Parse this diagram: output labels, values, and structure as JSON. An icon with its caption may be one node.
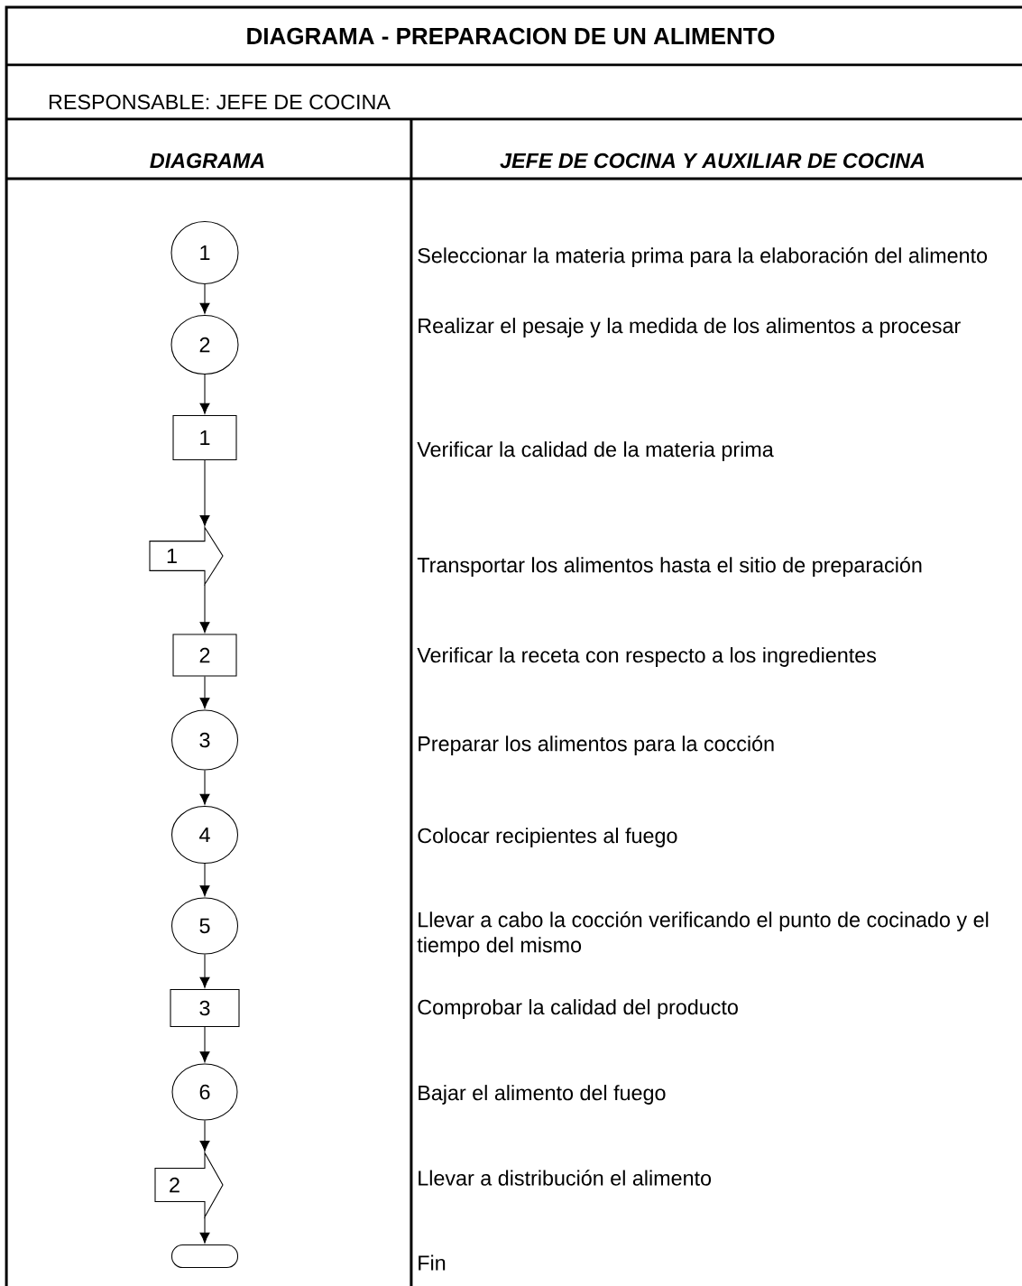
{
  "diagram": {
    "title": "DIAGRAMA - PREPARACION DE UN ALIMENTO",
    "nodes": [
      {
        "text": [
          "1"
        ]
      },
      {
        "text": [
          "2"
        ]
      },
      {
        "text": [
          "1"
        ]
      },
      {
        "text": [
          "1"
        ]
      },
      {
        "text": [
          "2"
        ]
      },
      {
        "text": [
          "3"
        ]
      },
      {
        "text": [
          "4"
        ]
      },
      {
        "text": [
          "5"
        ]
      },
      {
        "text": [
          "3"
        ]
      },
      {
        "text": [
          "6"
        ]
      },
      {
        "text": [
          "2"
        ]
      },
      {
        "text": [],
        "shape": "box"
      }
    ],
    "edges": [
      {
        "from": 0,
        "to": 1,
        "arrow": "to"
      },
      {
        "from": 1,
        "to": 2,
        "arrow": "to"
      },
      {
        "from": 2,
        "to": 3,
        "arrow": "to"
      },
      {
        "from": 3,
        "to": 4,
        "arrow": "to"
      },
      {
        "from": 4,
        "to": 5,
        "arrow": "to"
      },
      {
        "from": 5,
        "to": 6,
        "arrow": "to"
      },
      {
        "from": 6,
        "to": 7,
        "arrow": "to"
      },
      {
        "from": 7,
        "to": 8,
        "arrow": "to"
      },
      {
        "from": 8,
        "to": 9,
        "arrow": "to"
      },
      {
        "from": 9,
        "to": 10,
        "arrow": "to"
      },
      {
        "from": 10,
        "to": 11,
        "arrow": "to"
      }
    ],
    "labels": [
      "RESPONSABLE:  JEFE DE COCINA",
      "DIAGRAMA",
      "JEFE DE COCINA Y AUXILIAR DE COCINA",
      "Seleccionar la materia prima para la elaboración del alimento",
      "Realizar el pesaje y la medida de los alimentos a procesar",
      "Verificar la calidad de la materia prima",
      "Transportar los alimentos hasta el sitio de preparación",
      "Verificar la receta con respecto a los ingredientes",
      "Preparar  los alimentos para la cocción",
      "Colocar recipientes al fuego",
      "Llevar a cabo la cocción verificando el punto de cocinado y el tiempo del mismo",
      "Comprobar la calidad del producto",
      "Bajar el alimento del fuego",
      "Llevar a distribución el alimento",
      "Fin"
    ]
  }
}
